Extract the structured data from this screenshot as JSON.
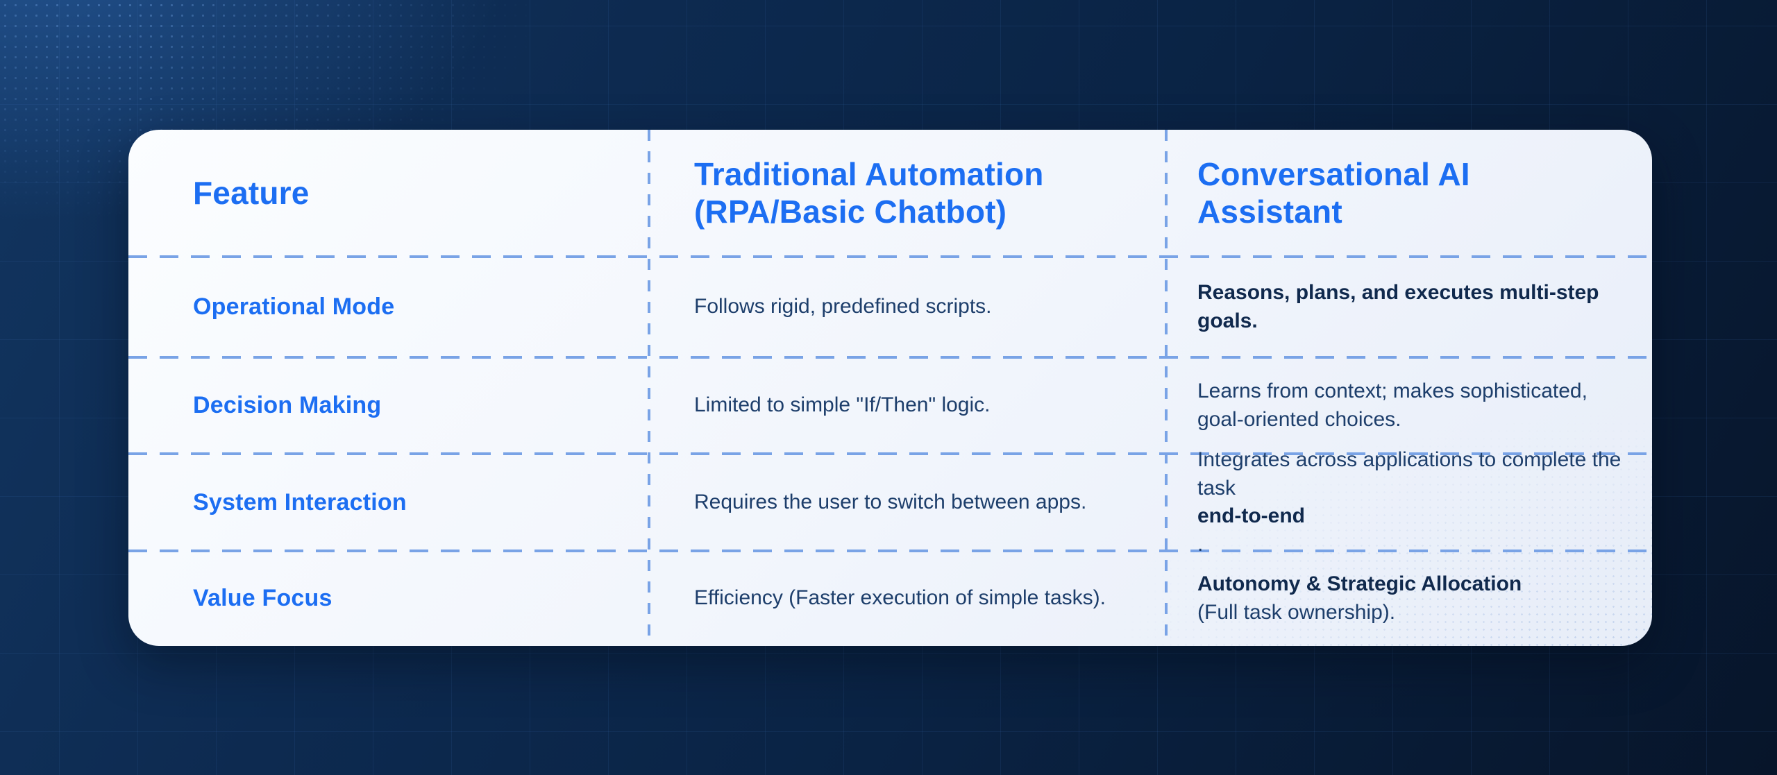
{
  "colors": {
    "accent_blue": "#1c6ef2",
    "body_navy": "#1d3e6b",
    "bold_navy": "#10294d",
    "dashed_line": "#79a3e6",
    "card_top": "#fbfdff",
    "card_bottom": "#e7edf8",
    "bg_top_left": "#123560",
    "bg_bottom_right": "#07152a"
  },
  "table": {
    "columns": [
      {
        "id": "feature",
        "header": "Feature"
      },
      {
        "id": "traditional",
        "header": "Traditional Automation\n(RPA/Basic Chatbot)"
      },
      {
        "id": "conversational",
        "header": "Conversational AI\nAssistant"
      }
    ],
    "rows": [
      {
        "feature": "Operational Mode",
        "traditional": [
          {
            "text": "Follows rigid, predefined scripts.",
            "bold": false
          }
        ],
        "conversational": [
          {
            "text": "Reasons, plans, and executes multi-step goals.",
            "bold": true
          }
        ]
      },
      {
        "feature": "Decision Making",
        "traditional": [
          {
            "text": "Limited to simple \"If/Then\" logic.",
            "bold": false
          }
        ],
        "conversational": [
          {
            "text": "Learns from context; makes sophisticated, goal-oriented choices.",
            "bold": false
          }
        ]
      },
      {
        "feature": "System Interaction",
        "traditional": [
          {
            "text": "Requires the user to switch between apps.",
            "bold": false
          }
        ],
        "conversational": [
          {
            "text": "Integrates across applications to complete the task ",
            "bold": false
          },
          {
            "text": "end-to-end",
            "bold": true
          },
          {
            "text": ".",
            "bold": false
          }
        ]
      },
      {
        "feature": "Value Focus",
        "traditional": [
          {
            "text": "Efficiency (Faster execution of simple tasks).",
            "bold": false
          }
        ],
        "conversational": [
          {
            "text": "Autonomy & Strategic Allocation",
            "bold": true
          },
          {
            "text": " (Full task ownership).",
            "bold": false
          }
        ]
      }
    ]
  },
  "chart_data": {
    "type": "table",
    "columns": [
      "Feature",
      "Traditional Automation (RPA/Basic Chatbot)",
      "Conversational AI Assistant"
    ],
    "rows": [
      [
        "Operational Mode",
        "Follows rigid, predefined scripts.",
        "Reasons, plans, and executes multi-step goals."
      ],
      [
        "Decision Making",
        "Limited to simple \"If/Then\" logic.",
        "Learns from context; makes sophisticated, goal-oriented choices."
      ],
      [
        "System Interaction",
        "Requires the user to switch between apps.",
        "Integrates across applications to complete the task end-to-end."
      ],
      [
        "Value Focus",
        "Efficiency (Faster execution of simple tasks).",
        "Autonomy & Strategic Allocation (Full task ownership)."
      ]
    ]
  }
}
